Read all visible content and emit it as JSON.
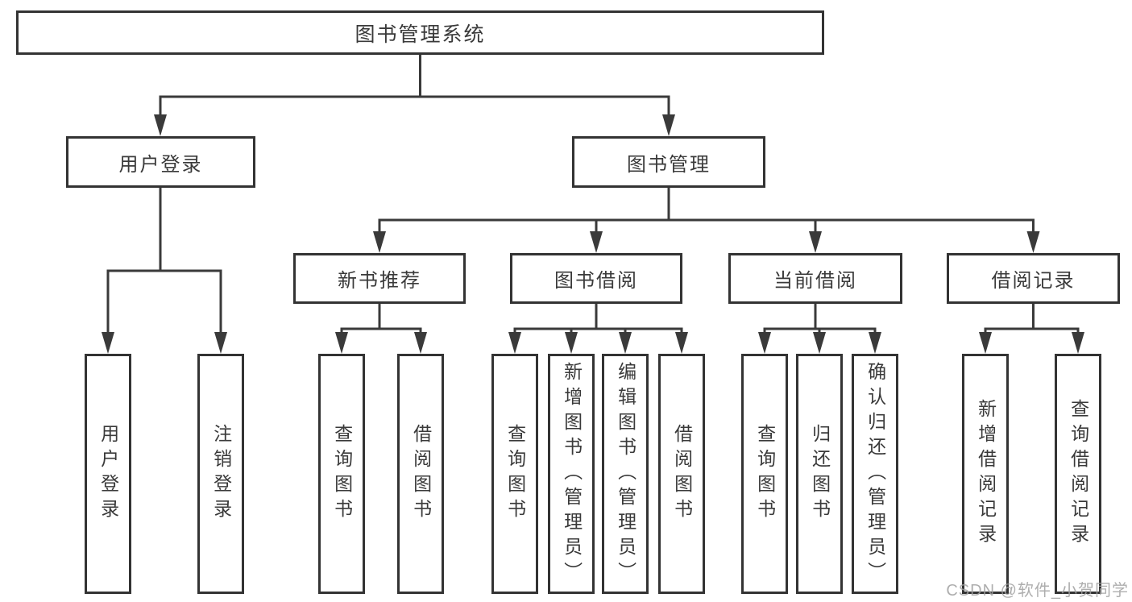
{
  "tree": {
    "root": "图书管理系统",
    "branches": [
      {
        "label": "用户登录",
        "children": [
          "用户登录",
          "注销登录"
        ]
      },
      {
        "label": "图书管理",
        "children": [
          {
            "label": "新书推荐",
            "children": [
              "查询图书",
              "借阅图书"
            ]
          },
          {
            "label": "图书借阅",
            "children": [
              "查询图书",
              "新增图书（管理员）",
              "编辑图书（管理员）",
              "借阅图书"
            ]
          },
          {
            "label": "当前借阅",
            "children": [
              "查询图书",
              "归还图书",
              "确认归还（管理员）"
            ]
          },
          {
            "label": "借阅记录",
            "children": [
              "新增借阅记录",
              "查询借阅记录"
            ]
          }
        ]
      }
    ]
  },
  "watermark": {
    "text": "CSDN @软件_小贺同学"
  },
  "colors": {
    "line": "#3a3a3a",
    "box_border": "#333333",
    "text": "#3a3a3a",
    "watermark": "#a0a0a0"
  }
}
